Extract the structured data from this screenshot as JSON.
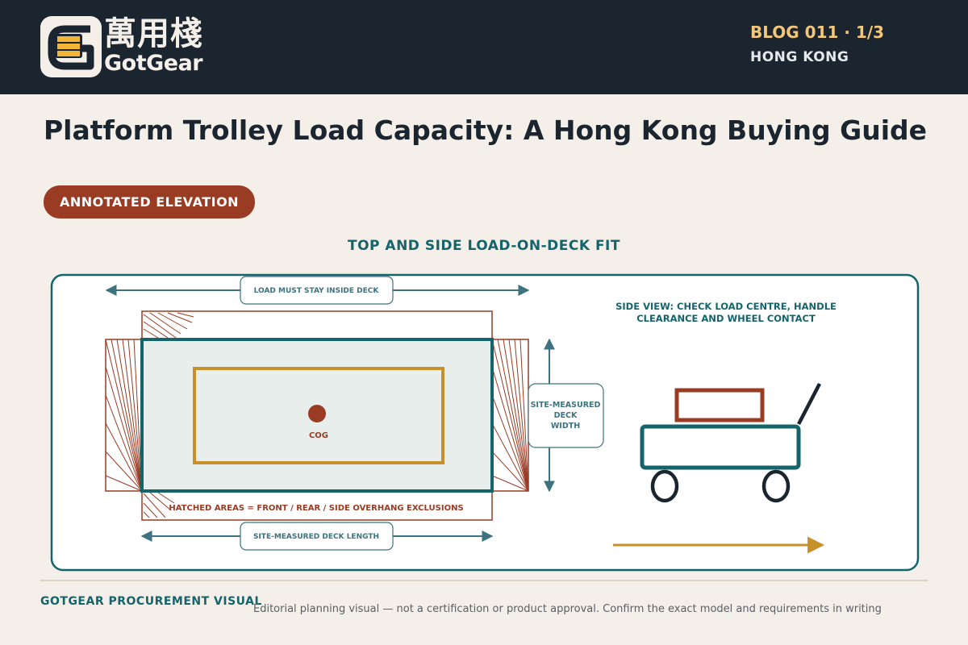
{
  "header": {
    "logo": {
      "brand_cn": "萬用棧",
      "brand_en": "GotGear",
      "icon": "drawer-cabinet-icon"
    },
    "blog_number": "BLOG 011 · 1/3",
    "location": "HONG KONG"
  },
  "title": "Platform Trolley Load Capacity: A Hong Kong Buying Guide",
  "badge": "ANNOTATED ELEVATION",
  "section_title": "TOP AND SIDE LOAD-ON-DECK FIT",
  "diagram": {
    "labels": {
      "load_inside_deck": "LOAD MUST STAY INSIDE DECK",
      "deck_width": [
        "SITE-MEASURED",
        "DECK",
        "WIDTH"
      ],
      "deck_length": "SITE-MEASURED DECK LENGTH",
      "cog": "COG",
      "hatched_note": "HATCHED AREAS = FRONT / REAR / SIDE OVERHANG EXCLUSIONS",
      "side_view": [
        "SIDE VIEW: CHECK LOAD CENTRE, HANDLE",
        "CLEARANCE AND WHEEL CONTACT"
      ]
    },
    "colors": {
      "teal": "#15646b",
      "steel_blue": "#3d7281",
      "rust": "#9a3b23",
      "gold": "#c8902a",
      "deck_fill": "#e7eeec",
      "navy": "#1b2530",
      "cream": "#f4efe8"
    }
  },
  "footer": {
    "brand": "GOTGEAR PROCUREMENT VISUAL",
    "note": "Editorial planning visual — not a certification or product approval. Confirm the exact model and requirements in writing"
  }
}
